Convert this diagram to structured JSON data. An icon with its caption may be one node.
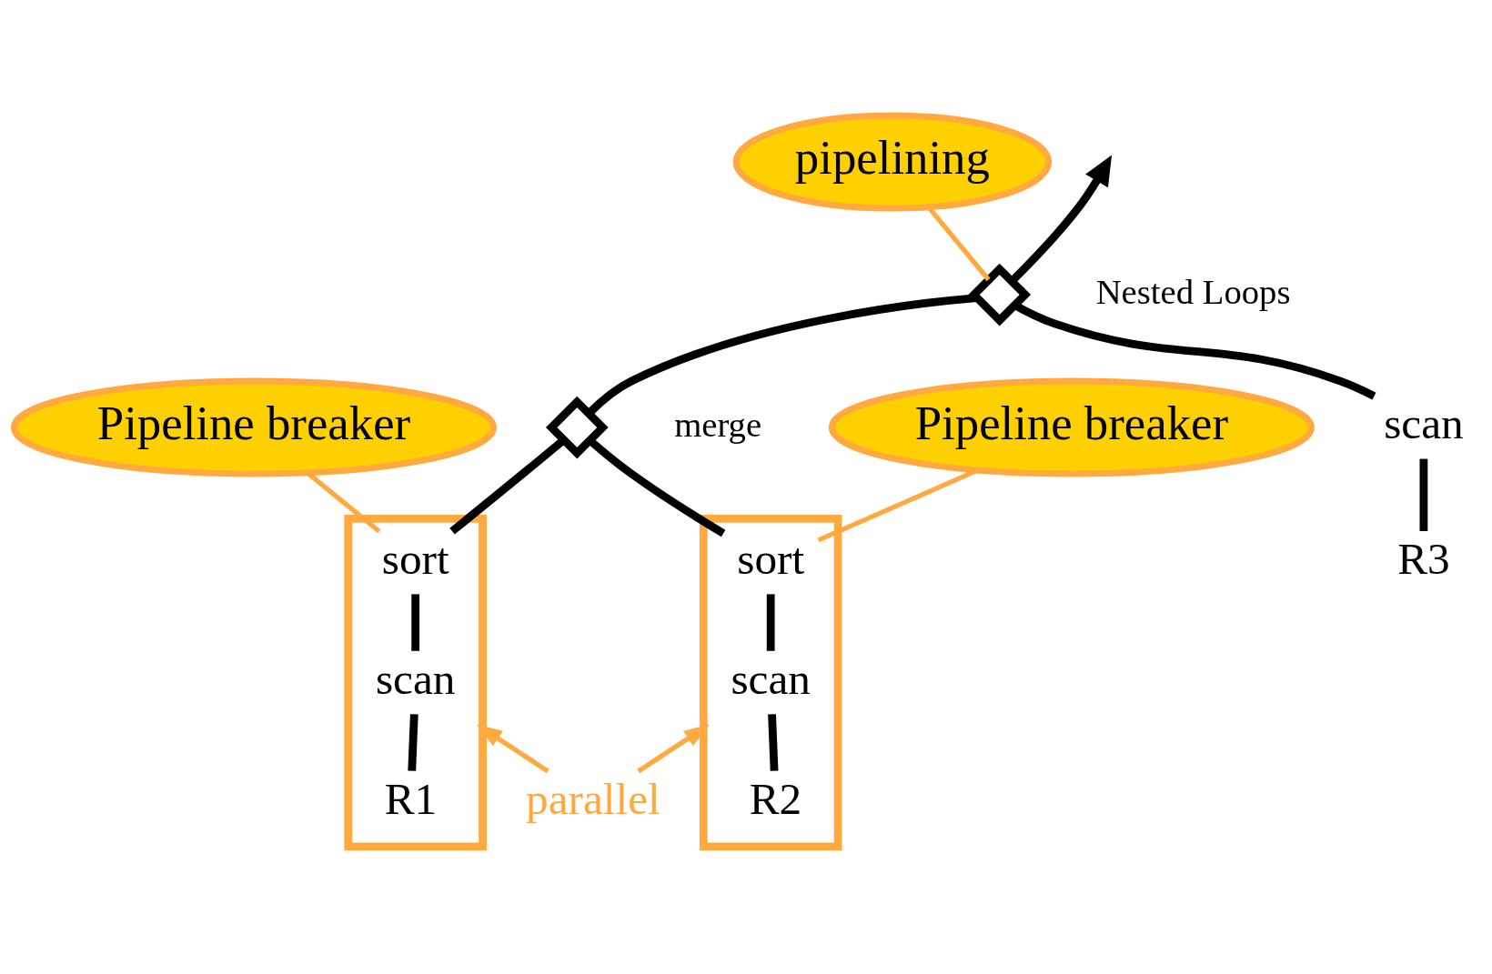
{
  "diagram": {
    "nodes": [
      {
        "text": [],
        "shape": "bowtie",
        "beside": [
          "Nested Loops"
        ]
      },
      {
        "text": [
          "pipelining"
        ]
      },
      {
        "text": [],
        "shape": "bowtie",
        "beside": [
          "merge"
        ]
      },
      {
        "text": [
          "Pipeline breaker"
        ]
      },
      {
        "text": [],
        "shape": "box"
      },
      {
        "text": [
          "sort"
        ],
        "in": 4
      },
      {
        "text": [
          "scan"
        ],
        "in": 4
      },
      {
        "text": [
          "R1"
        ],
        "in": 4
      },
      {
        "text": [],
        "shape": "box"
      },
      {
        "text": [
          "sort"
        ],
        "in": 8
      },
      {
        "text": [
          "scan"
        ],
        "in": 8
      },
      {
        "text": [
          "R2"
        ],
        "in": 8
      },
      {
        "text": [
          "Pipeline breaker"
        ]
      },
      {
        "text": [
          "scan"
        ]
      },
      {
        "text": [
          "R3"
        ]
      },
      {
        "text": [
          "parallel"
        ]
      }
    ],
    "edges": [
      {
        "from": 0,
        "to": null,
        "arrow": "to"
      },
      {
        "from": 2,
        "to": 0,
        "arrow": "none"
      },
      {
        "from": 13,
        "to": 0,
        "arrow": "none"
      },
      {
        "from": 5,
        "to": 2,
        "arrow": "none"
      },
      {
        "from": 9,
        "to": 2,
        "arrow": "none"
      },
      {
        "from": 6,
        "to": 5,
        "arrow": "none"
      },
      {
        "from": 7,
        "to": 6,
        "arrow": "none"
      },
      {
        "from": 10,
        "to": 9,
        "arrow": "none"
      },
      {
        "from": 11,
        "to": 10,
        "arrow": "none"
      },
      {
        "from": 14,
        "to": 13,
        "arrow": "none"
      },
      {
        "from": 1,
        "to": 0,
        "arrow": "none",
        "color": "#ffa940"
      },
      {
        "from": 3,
        "to": 5,
        "arrow": "none",
        "color": "#ffa940"
      },
      {
        "from": 12,
        "to": 9,
        "arrow": "none",
        "color": "#ffa940"
      },
      {
        "from": 15,
        "to": 4,
        "arrow": "to",
        "color": "#ffa940"
      },
      {
        "from": 15,
        "to": 8,
        "arrow": "to",
        "color": "#ffa940"
      }
    ]
  }
}
